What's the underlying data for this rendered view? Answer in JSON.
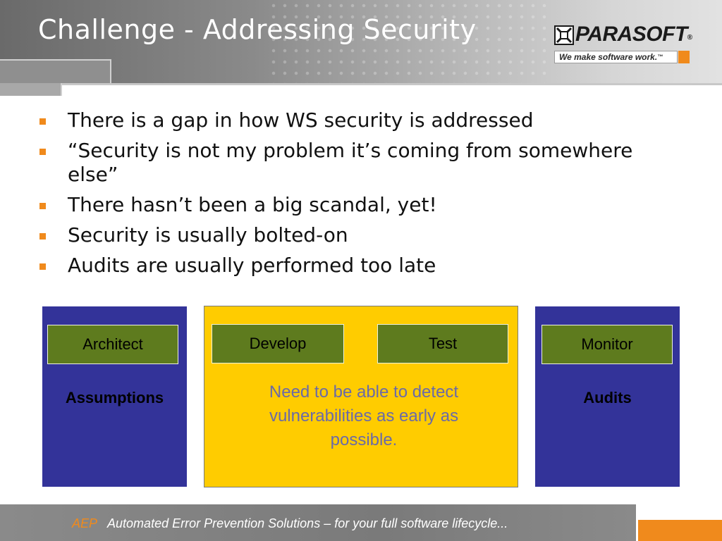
{
  "slide": {
    "title": "Challenge - Addressing Security"
  },
  "logo": {
    "brand": "PARASOFT",
    "registered": "®",
    "tagline": "We make software work.",
    "tagline_mark": "™"
  },
  "bullets": [
    "There is a gap in how WS security is addressed",
    "“Security is not my problem it’s coming from somewhere else”",
    "There hasn’t been a big scandal, yet!",
    "Security is usually bolted-on",
    "Audits are usually performed too late"
  ],
  "lifecycle": {
    "architect": {
      "label": "Architect",
      "caption": "Assumptions"
    },
    "develop": {
      "label": "Develop"
    },
    "test": {
      "label": "Test"
    },
    "monitor": {
      "label": "Monitor",
      "caption": "Audits"
    },
    "middle_text": "Need to be able to detect vulnerabilities as early as possible."
  },
  "footer": {
    "abbr": "AEP",
    "text": "Automated Error Prevention Solutions – for your full software lifecycle..."
  },
  "colors": {
    "accent_orange": "#f08a1c",
    "panel_blue": "#333399",
    "panel_yellow": "#ffcc00",
    "stage_green": "#5e7b1e"
  }
}
